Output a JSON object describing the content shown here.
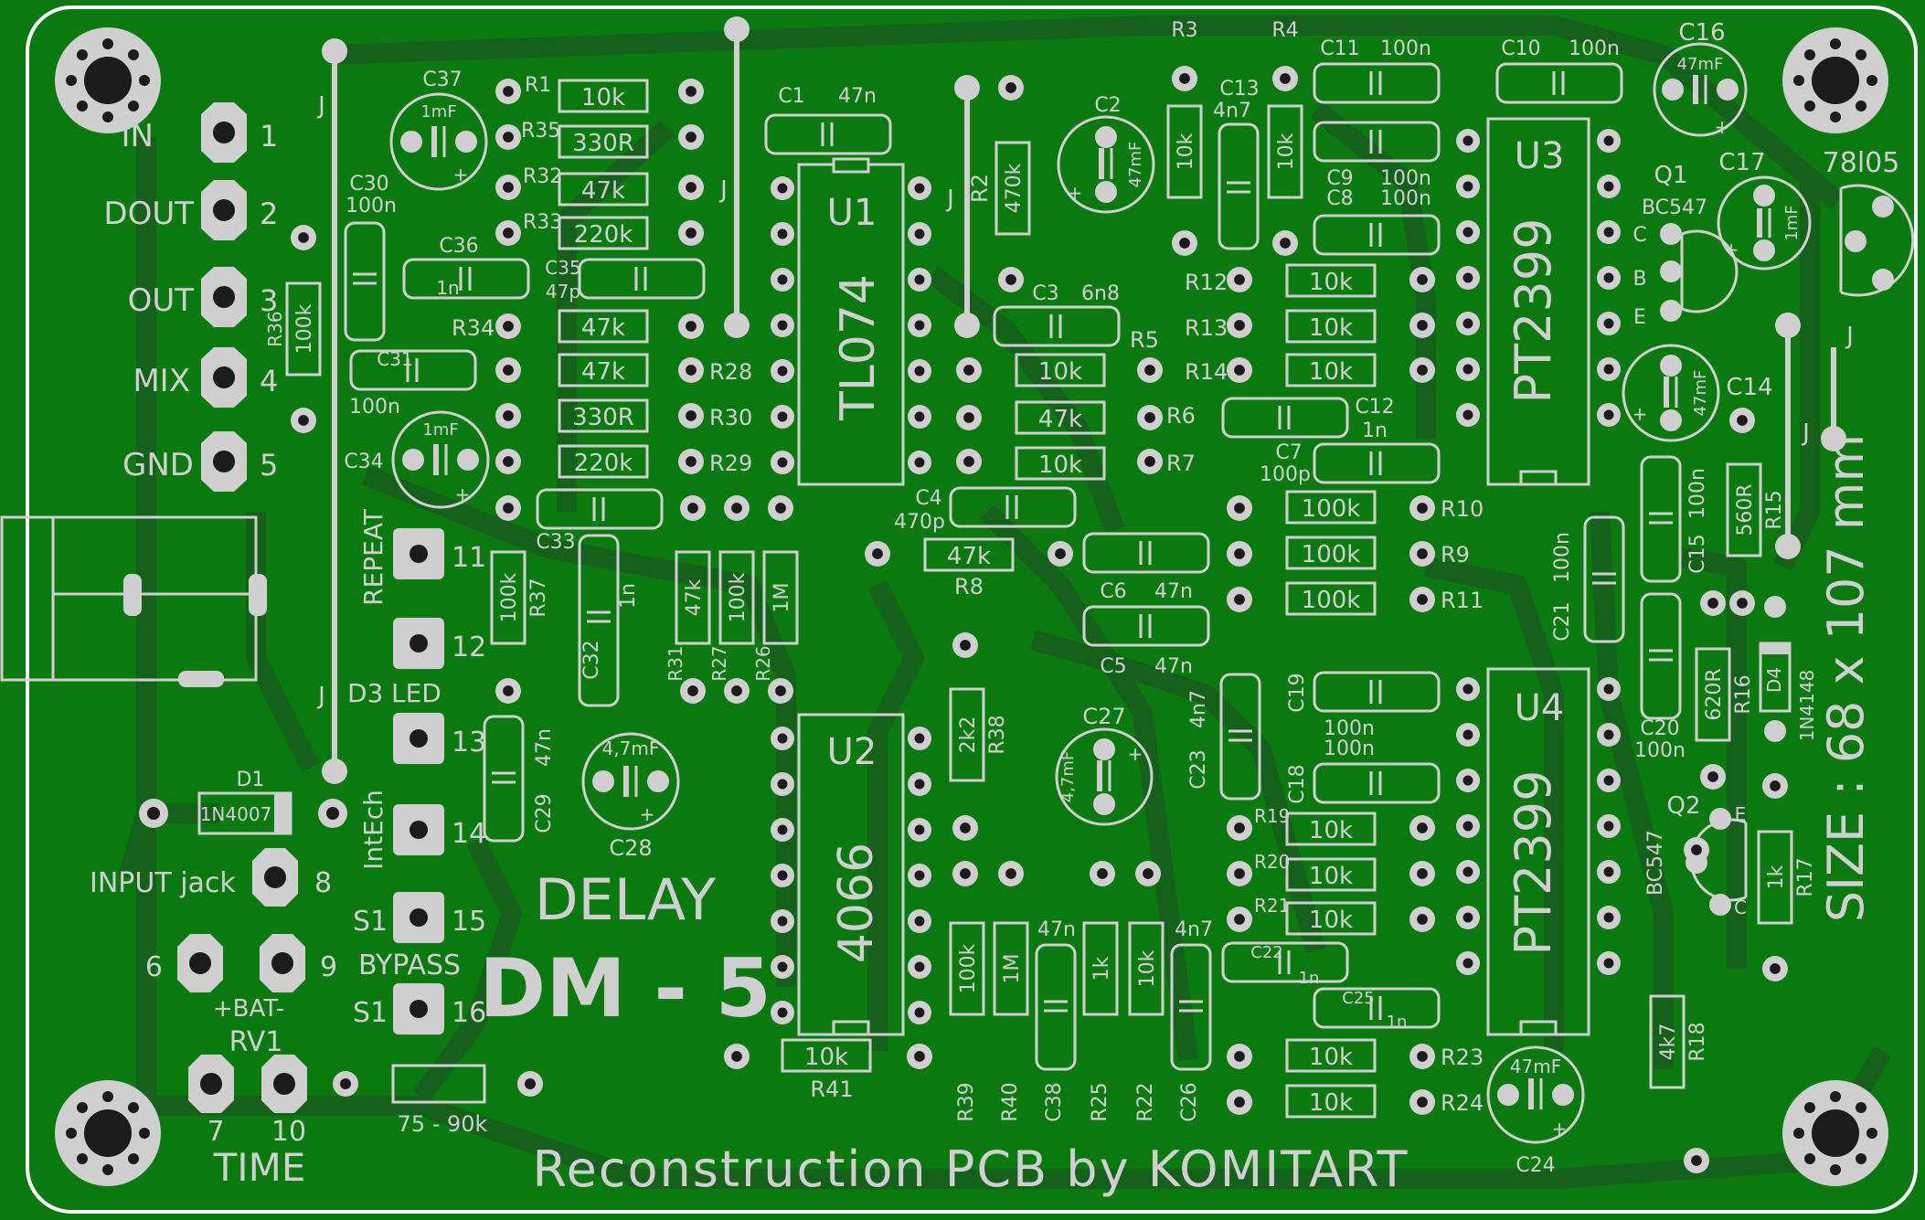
{
  "colors": {
    "board": "#0a7a10",
    "copper_dim": "#1f6a1f",
    "copper": "#0e8c12",
    "silk": "#cfcfcf",
    "hole": "#1c1c1c",
    "edge": "#ffffff"
  },
  "title": {
    "line1": "DELAY",
    "line2": "DM - 5",
    "credit": "Reconstruction PCB by KOMITART",
    "size": "SIZE : 68 x 107 mm"
  },
  "connectors": [
    {
      "label": "IN",
      "num": "1"
    },
    {
      "label": "DOUT",
      "num": "2"
    },
    {
      "label": "OUT",
      "num": "3"
    },
    {
      "label": "MIX",
      "num": "4"
    },
    {
      "label": "GND",
      "num": "5"
    }
  ],
  "left_pads": {
    "repeat": "REPEAT",
    "n11": "11",
    "n12": "12",
    "d3": "D3",
    "led": "LED",
    "n13": "13",
    "intech": "IntEch",
    "n14": "14",
    "s1a": "S1",
    "n15": "15",
    "bypass": "BYPASS",
    "s1b": "S1",
    "n16": "16"
  },
  "jack": {
    "input": "INPUT jack",
    "n8": "8",
    "n6": "6",
    "n9": "9",
    "bat": "+BAT-",
    "rv1": "RV1",
    "n7": "7",
    "n10": "10",
    "time": "TIME",
    "pot": "75 - 90k"
  },
  "diodes": {
    "d1_ref": "D1",
    "d1_val": "1N4007",
    "d4_ref": "D4",
    "d4_val": "1N4148"
  },
  "ics": {
    "u1": "U1",
    "u1_part": "TL074",
    "u2": "U2",
    "u2_part": "4066",
    "u3": "U3",
    "u3_part": "PT2399",
    "u4": "U4",
    "u4_part": "PT2399"
  },
  "regulator": {
    "part": "78l05"
  },
  "transistors": {
    "q1": "Q1",
    "q1_part": "BC547",
    "q2": "Q2",
    "q2_part": "BC547",
    "c": "C",
    "b": "B",
    "e": "E"
  },
  "jumper": "J",
  "resistors_h": [
    {
      "ref": "R1",
      "val": "10k"
    },
    {
      "ref": "R35",
      "val": "330R"
    },
    {
      "ref": "R32",
      "val": "47k"
    },
    {
      "ref": "R33",
      "val": "220k"
    },
    {
      "ref": "R34",
      "val": "47k"
    },
    {
      "ref": "R28",
      "val": "47k"
    },
    {
      "ref": "R30",
      "val": "330R"
    },
    {
      "ref": "R29",
      "val": "220k"
    },
    {
      "ref": "R5",
      "val": "10k"
    },
    {
      "ref": "R6",
      "val": "47k"
    },
    {
      "ref": "R7",
      "val": "10k"
    },
    {
      "ref": "R8",
      "val": "47k"
    },
    {
      "ref": "R12",
      "val": "10k"
    },
    {
      "ref": "R13",
      "val": "10k"
    },
    {
      "ref": "R14",
      "val": "10k"
    },
    {
      "ref": "R10",
      "val": "100k"
    },
    {
      "ref": "R9",
      "val": "100k"
    },
    {
      "ref": "R11",
      "val": "100k"
    },
    {
      "ref": "R19",
      "val": "10k"
    },
    {
      "ref": "R20",
      "val": "10k"
    },
    {
      "ref": "R21",
      "val": "10k"
    },
    {
      "ref": "R23",
      "val": "10k"
    },
    {
      "ref": "R24",
      "val": "10k"
    },
    {
      "ref": "R41",
      "val": "10k"
    }
  ],
  "resistors_v": [
    {
      "ref": "R36",
      "val": "100k"
    },
    {
      "ref": "R37",
      "val": "100k"
    },
    {
      "ref": "R31",
      "val": "47k"
    },
    {
      "ref": "R27",
      "val": "100k"
    },
    {
      "ref": "R26",
      "val": "1M"
    },
    {
      "ref": "R2",
      "val": "470k"
    },
    {
      "ref": "R3",
      "val": "10k"
    },
    {
      "ref": "R4",
      "val": "10k"
    },
    {
      "ref": "R38",
      "val": "2k2"
    },
    {
      "ref": "R39",
      "val": "100k"
    },
    {
      "ref": "R40",
      "val": "1M"
    },
    {
      "ref": "R25",
      "val": "1k"
    },
    {
      "ref": "R22",
      "val": "10k"
    },
    {
      "ref": "R15",
      "val": "560R"
    },
    {
      "ref": "R16",
      "val": "620R"
    },
    {
      "ref": "R17",
      "val": "1k"
    },
    {
      "ref": "R18",
      "val": "4k7"
    }
  ],
  "caps": [
    {
      "ref": "C1",
      "val": "47n"
    },
    {
      "ref": "C3",
      "val": "6n8"
    },
    {
      "ref": "C4",
      "val": "470p"
    },
    {
      "ref": "C6",
      "val": "47n"
    },
    {
      "ref": "C5",
      "val": "47n"
    },
    {
      "ref": "C11",
      "val": "100n"
    },
    {
      "ref": "C10",
      "val": "100n"
    },
    {
      "ref": "C9",
      "val": "100n"
    },
    {
      "ref": "C8",
      "val": "100n"
    },
    {
      "ref": "C13",
      "val": "4n7"
    },
    {
      "ref": "C12",
      "val": "1n"
    },
    {
      "ref": "C7",
      "val": "100p"
    },
    {
      "ref": "C30",
      "val": "100n"
    },
    {
      "ref": "C31",
      "val": "100n"
    },
    {
      "ref": "C36",
      "val": "1n"
    },
    {
      "ref": "C35",
      "val": "47p"
    },
    {
      "ref": "C33",
      "val": ""
    },
    {
      "ref": "C32",
      "val": "1n"
    },
    {
      "ref": "C29",
      "val": "47n"
    },
    {
      "ref": "C21",
      "val": "100n"
    },
    {
      "ref": "C15",
      "val": "100n"
    },
    {
      "ref": "C14",
      "val": ""
    },
    {
      "ref": "C20",
      "val": "100n"
    },
    {
      "ref": "C19",
      "val": "100n"
    },
    {
      "ref": "C18",
      "val": "100n"
    },
    {
      "ref": "C23",
      "val": "4n7"
    },
    {
      "ref": "C22",
      "val": "1n"
    },
    {
      "ref": "C25",
      "val": "1n"
    },
    {
      "ref": "C38",
      "val": "47n"
    },
    {
      "ref": "C26",
      "val": "4n7"
    }
  ],
  "elcaps": [
    {
      "ref": "C37",
      "val": "1mF"
    },
    {
      "ref": "C34",
      "val": "1mF"
    },
    {
      "ref": "C2",
      "val": "47mF"
    },
    {
      "ref": "C16",
      "val": "47mF"
    },
    {
      "ref": "C17",
      "val": "1mF"
    },
    {
      "ref": "C14",
      "val": "47mF"
    },
    {
      "ref": "C28",
      "val": "4,7mF"
    },
    {
      "ref": "C27",
      "val": "4,7mF"
    },
    {
      "ref": "C24",
      "val": "47mF"
    }
  ],
  "plus": "+"
}
